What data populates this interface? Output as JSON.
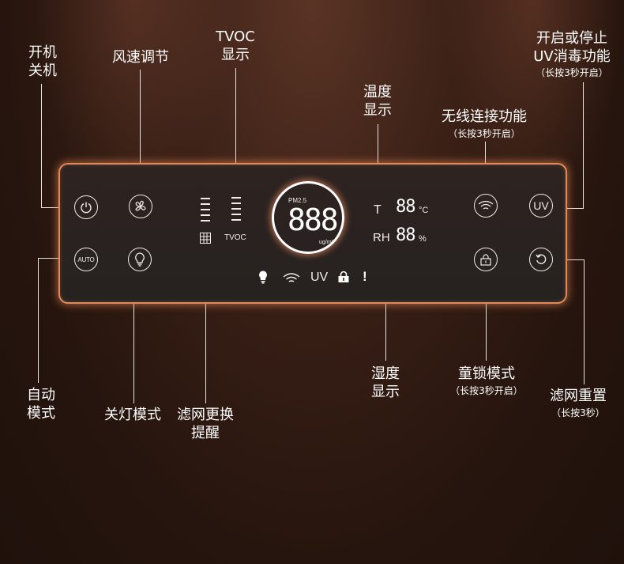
{
  "callouts": {
    "power": "开机\n关机",
    "fan": "风速调节",
    "tvoc": "TVOC\n显示",
    "temp": "温度\n显示",
    "wifi": "无线连接功能",
    "wifi_sub": "（长按3秒开启）",
    "uv": "开启或停止\nUV消毒功能",
    "uv_sub": "（长按3秒开启）",
    "auto": "自动\n模式",
    "light": "关灯模式",
    "filter": "滤网更换\n提醒",
    "humidity": "湿度\n显示",
    "childlock": "童锁模式",
    "childlock_sub": "（长按3秒开启）",
    "reset": "滤网重置",
    "reset_sub": "（长按3秒）"
  },
  "panel": {
    "pm_label": "PM2.5",
    "pm_digits": "888",
    "pm_unit": "ug/m³",
    "tvoc_label": "TVOC",
    "temp_letter": "T",
    "temp_digits": "88",
    "temp_unit": "°C",
    "rh_letter": "RH",
    "rh_digits": "88",
    "rh_unit": "%",
    "uv_button": "UV",
    "auto_button": "AUTO",
    "status_uv": "UV",
    "status_alert": "!"
  },
  "colors": {
    "panel_border": "#e08a5a",
    "background": "#26150e"
  }
}
